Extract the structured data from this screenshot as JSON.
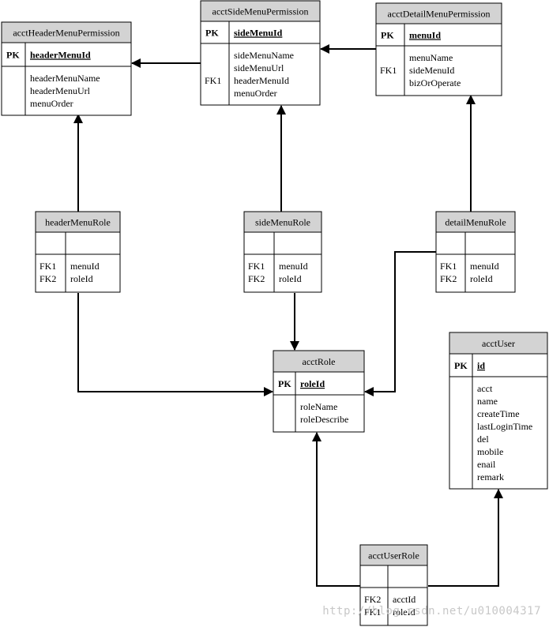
{
  "entities": [
    {
      "id": "acctHeaderMenuPermission",
      "title": "acctHeaderMenuPermission",
      "pk_label": "PK",
      "pk_field": "headerMenuId",
      "rows": [
        {
          "key": "",
          "name": "headerMenuName"
        },
        {
          "key": "",
          "name": "headerMenuUrl"
        },
        {
          "key": "",
          "name": "menuOrder"
        }
      ]
    },
    {
      "id": "acctSideMenuPermission",
      "title": "acctSideMenuPermission",
      "pk_label": "PK",
      "pk_field": "sideMenuId",
      "rows": [
        {
          "key": "",
          "name": "sideMenuName"
        },
        {
          "key": "",
          "name": "sideMenuUrl"
        },
        {
          "key": "FK1",
          "name": "headerMenuId"
        },
        {
          "key": "",
          "name": "menuOrder"
        }
      ]
    },
    {
      "id": "acctDetailMenuPermission",
      "title": "acctDetailMenuPermission",
      "pk_label": "PK",
      "pk_field": "menuId",
      "rows": [
        {
          "key": "",
          "name": "menuName"
        },
        {
          "key": "FK1",
          "name": "sideMenuId"
        },
        {
          "key": "",
          "name": "bizOrOperate"
        }
      ]
    },
    {
      "id": "headerMenuRole",
      "title": "headerMenuRole",
      "pk_label": "",
      "pk_field": "",
      "rows": [
        {
          "key": "FK1",
          "name": "menuId"
        },
        {
          "key": "FK2",
          "name": "roleId"
        }
      ]
    },
    {
      "id": "sideMenuRole",
      "title": "sideMenuRole",
      "pk_label": "",
      "pk_field": "",
      "rows": [
        {
          "key": "FK1",
          "name": "menuId"
        },
        {
          "key": "FK2",
          "name": "roleId"
        }
      ]
    },
    {
      "id": "detailMenuRole",
      "title": "detailMenuRole",
      "pk_label": "",
      "pk_field": "",
      "rows": [
        {
          "key": "FK1",
          "name": "menuId"
        },
        {
          "key": "FK2",
          "name": "roleId"
        }
      ]
    },
    {
      "id": "acctRole",
      "title": "acctRole",
      "pk_label": "PK",
      "pk_field": "roleId",
      "rows": [
        {
          "key": "",
          "name": "roleName"
        },
        {
          "key": "",
          "name": "roleDescribe"
        }
      ]
    },
    {
      "id": "acctUser",
      "title": "acctUser",
      "pk_label": "PK",
      "pk_field": "id",
      "rows": [
        {
          "key": "",
          "name": "acct"
        },
        {
          "key": "",
          "name": "name"
        },
        {
          "key": "",
          "name": "createTime"
        },
        {
          "key": "",
          "name": "lastLoginTime"
        },
        {
          "key": "",
          "name": "del"
        },
        {
          "key": "",
          "name": "mobile"
        },
        {
          "key": "",
          "name": "enail"
        },
        {
          "key": "",
          "name": "remark"
        }
      ]
    },
    {
      "id": "acctUserRole",
      "title": "acctUserRole",
      "pk_label": "",
      "pk_field": "",
      "rows": [
        {
          "key": "FK2",
          "name": "acctId"
        },
        {
          "key": "FK1",
          "name": "roleId"
        }
      ]
    }
  ],
  "relationships": [
    {
      "from": "acctSideMenuPermission",
      "to": "acctHeaderMenuPermission"
    },
    {
      "from": "acctDetailMenuPermission",
      "to": "acctSideMenuPermission"
    },
    {
      "from": "headerMenuRole",
      "to": "acctHeaderMenuPermission"
    },
    {
      "from": "sideMenuRole",
      "to": "acctSideMenuPermission"
    },
    {
      "from": "detailMenuRole",
      "to": "acctDetailMenuPermission"
    },
    {
      "from": "headerMenuRole",
      "to": "acctRole"
    },
    {
      "from": "sideMenuRole",
      "to": "acctRole"
    },
    {
      "from": "detailMenuRole",
      "to": "acctRole"
    },
    {
      "from": "acctUserRole",
      "to": "acctRole"
    },
    {
      "from": "acctUserRole",
      "to": "acctUser"
    }
  ],
  "watermark": "http://blog.csdn.net/u010004317",
  "colors": {
    "header_fill": "#d3d3d3",
    "border": "#000000",
    "line": "#000000"
  }
}
